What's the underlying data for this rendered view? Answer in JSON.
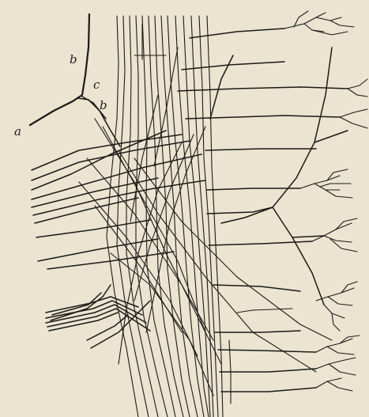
{
  "figure": {
    "labels": {
      "a": "a",
      "b_upper": "b",
      "c": "c",
      "b_lower": "b"
    },
    "colors": {
      "paper": "#ebe4d1",
      "ink": "#1c1a17"
    }
  }
}
